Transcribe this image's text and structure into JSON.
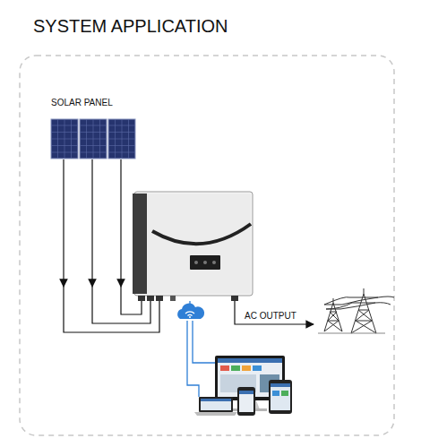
{
  "diagram": {
    "title": "SYSTEM APPLICATION",
    "nodes": [
      {
        "text": [
          "SOLAR PANEL"
        ]
      }
    ],
    "labels": [
      "AC OUTPUT"
    ]
  }
}
